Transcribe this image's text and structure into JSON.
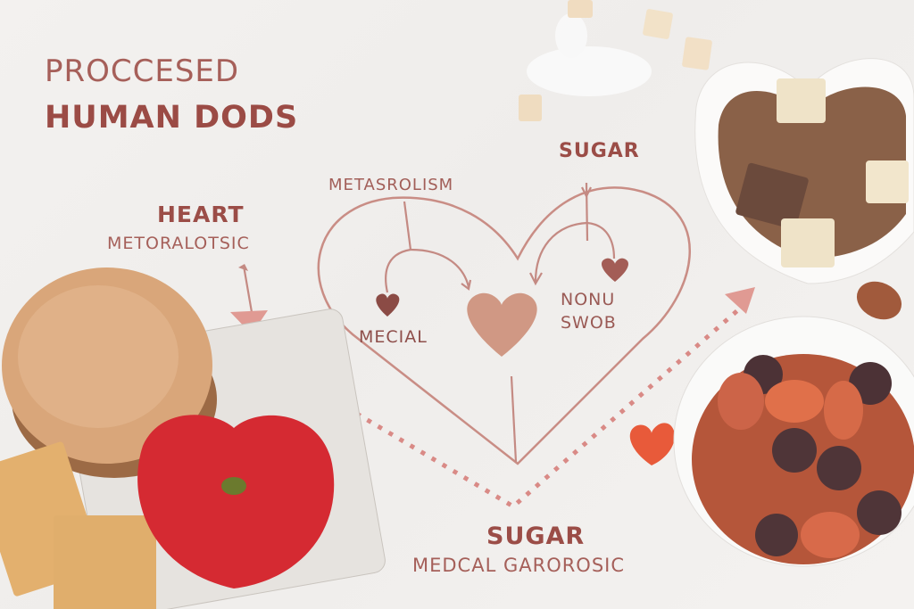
{
  "title": {
    "line1": "PROCCESED",
    "line2": "HUMAN DODS"
  },
  "labels": {
    "heart": "HEART",
    "heart_sub": "METORALOTSIC",
    "metabolism": "METASROLISM",
    "sugar_top": "SUGAR",
    "mecial": "MECIAL",
    "nonu_line1": "NONU",
    "nonu_line2": "SWOB",
    "sugar_bottom": "SUGAR",
    "sugar_bottom_sub": "MEDCAL GAROROSIC"
  },
  "icons": [
    "heart-outline-diagram",
    "small-heart-icon",
    "large-textured-heart-icon",
    "arrow-icon",
    "dotted-arrow-path"
  ],
  "food_items": [
    "sugar-dusted bun",
    "heart-shaped apple",
    "caramel squares",
    "heart bowl of coated almonds and chocolate",
    "bowl of dried fruit",
    "sugar cubes",
    "gummy heart"
  ],
  "colors": {
    "accent": "#9b4d47",
    "line": "#c98d85",
    "background": "#f1efed",
    "dotted": "#d98a86"
  }
}
